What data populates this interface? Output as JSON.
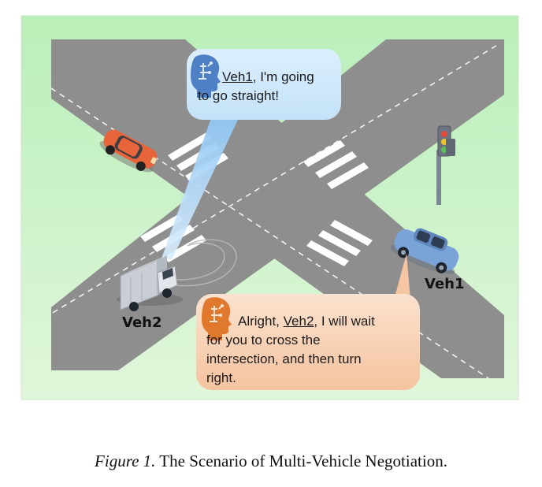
{
  "bubble_top": {
    "speaker": "Veh1",
    "rest_line1": ", I'm going",
    "line2": "to go straight!",
    "icon": "ai-brain-head-icon",
    "color": "#cfe6f7"
  },
  "bubble_bottom": {
    "line1_pre": "Alright, ",
    "speaker": "Veh2",
    "line1_post": ", I will wait",
    "line2": "for you to cross the",
    "line3": "intersection, and then turn",
    "line4": "right.",
    "icon": "ai-brain-head-icon",
    "color": "#f6c9a6"
  },
  "vehicles": {
    "veh1_label": "Veh1",
    "veh2_label": "Veh2"
  },
  "caption": {
    "figure_label": "Figure 1.",
    "text": "The Scenario of Multi-Vehicle Negotiation."
  },
  "colors": {
    "background": "#c9f0c7",
    "road": "#8f8f8f",
    "blue_car": "#7aa4d8",
    "orange_car": "#e8643a",
    "truck": "#d9dde3"
  }
}
